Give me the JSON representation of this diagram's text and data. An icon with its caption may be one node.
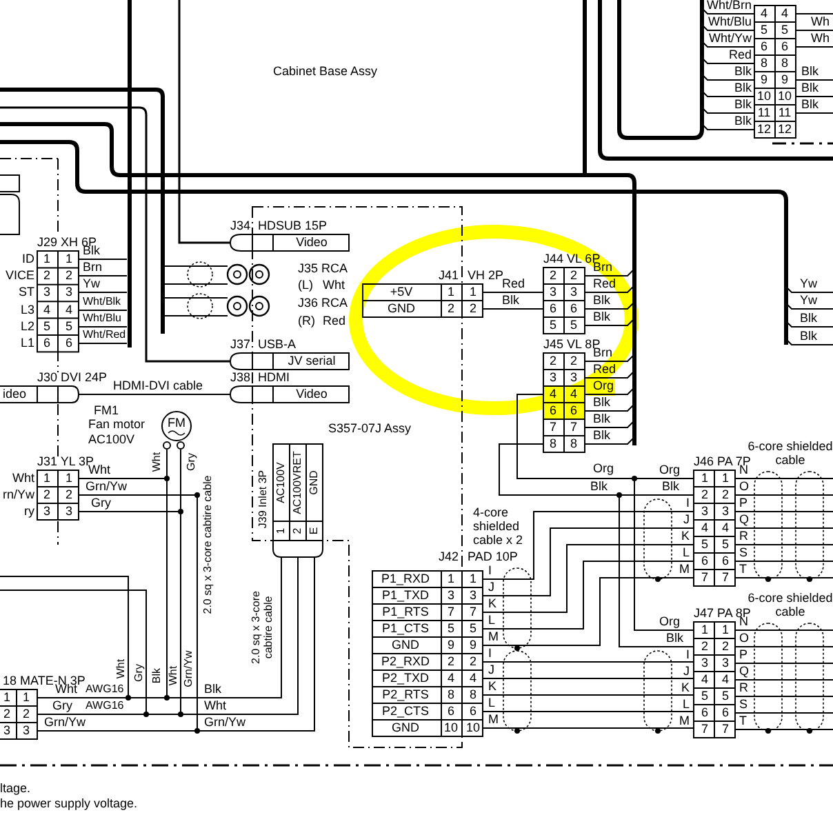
{
  "diagram": {
    "nodes": [
      {
        "text": [
          "FM"
        ]
      }
    ],
    "labels": [
      "Wht/Brn",
      "Wht/Blu",
      "Wht/Yw",
      "Red",
      "Blk",
      "Blk",
      "Blk",
      "Blk",
      "4",
      "4",
      "5",
      "5",
      "6",
      "6",
      "8",
      "8",
      "9",
      "9",
      "10",
      "10",
      "11",
      "11",
      "12",
      "12",
      "Wh",
      "Wh",
      "Blk",
      "Blk",
      "Blk",
      "Cabinet Base Assy",
      "J34",
      "HDSUB 15P",
      "J29 XH 6P",
      "Video",
      "ID",
      "VICE",
      "ST",
      "L3",
      "L2",
      "L1",
      "1",
      "1",
      "2",
      "2",
      "3",
      "3",
      "4",
      "4",
      "5",
      "5",
      "6",
      "6",
      "Blk",
      "Brn",
      "Yw",
      "Wht/Blk",
      "Wht/Blu",
      "Wht/Red",
      "J35 RCA",
      "(L)",
      "Wht",
      "J36 RCA",
      "(R)",
      "Red",
      "J41",
      "VH 2P",
      "+5V",
      "GND",
      "1",
      "1",
      "2",
      "2",
      "Red",
      "Blk",
      "J44 VL 6P",
      "2",
      "2",
      "3",
      "3",
      "6",
      "6",
      "5",
      "5",
      "Brn",
      "Red",
      "Blk",
      "Blk",
      "Yw",
      "Yw",
      "Blk",
      "Blk",
      "J37",
      "USB-A",
      "JV serial",
      "J45 VL 8P",
      "2",
      "2",
      "3",
      "3",
      "4",
      "4",
      "6",
      "6",
      "7",
      "7",
      "8",
      "8",
      "Brn",
      "Red",
      "Org",
      "Blk",
      "Blk",
      "Blk",
      "J30 DVI 24P",
      "ideo",
      "HDMI-DVI cable",
      "J38",
      "HDMI",
      "Video",
      "FM1",
      "Fan motor",
      "AC100V",
      "S357-07J Assy",
      "Wht",
      "Gry",
      "J31 YL 3P",
      "Wht",
      "rn/Yw",
      "ry",
      "1",
      "1",
      "2",
      "2",
      "3",
      "3",
      "Wht",
      "Grn/Yw",
      "Gry",
      "Org",
      "Blk",
      "Org",
      "Blk",
      "J46 PA 7P",
      "6-core shielded",
      "cable",
      "I",
      "J",
      "K",
      "L",
      "M",
      "1",
      "1",
      "2",
      "2",
      "3",
      "3",
      "4",
      "4",
      "5",
      "5",
      "6",
      "6",
      "7",
      "7",
      "N",
      "O",
      "P",
      "Q",
      "R",
      "S",
      "T",
      "4-core",
      "shielded",
      "cable x 2",
      "J39 Inlet 3P",
      "AC100V",
      "AC100VRET",
      "GND",
      "1",
      "2",
      "E",
      "2.0 sq x 3-core cabtire cable",
      "2.0 sq x 3-core",
      "cabtire cable",
      "J42",
      "PAD 10P",
      "P1_RXD",
      "P1_TXD",
      "P1_RTS",
      "P1_CTS",
      "GND",
      "P2_RXD",
      "P2_TXD",
      "P2_RTS",
      "P2_CTS",
      "GND",
      "1",
      "1",
      "3",
      "3",
      "7",
      "7",
      "5",
      "5",
      "9",
      "9",
      "2",
      "2",
      "4",
      "4",
      "8",
      "8",
      "6",
      "6",
      "10",
      "10",
      "I",
      "J",
      "K",
      "L",
      "M",
      "I",
      "J",
      "K",
      "L",
      "M",
      "Org",
      "Blk",
      "J47 PA 8P",
      "6-core shielded",
      "cable",
      "I",
      "J",
      "K",
      "L",
      "M",
      "1",
      "1",
      "2",
      "2",
      "3",
      "3",
      "4",
      "4",
      "5",
      "5",
      "6",
      "6",
      "7",
      "7",
      "N",
      "O",
      "P",
      "Q",
      "R",
      "S",
      "T",
      "Wht",
      "Gry",
      "Blk",
      "Wht",
      "Grn/Yw",
      "18 MATE-N 3P",
      "1",
      "1",
      "2",
      "2",
      "3",
      "3",
      "Wht",
      "AWG16",
      "Gry",
      "AWG16",
      "Grn/Yw",
      "Blk",
      "Wht",
      "Grn/Yw",
      "ltage.",
      "he power supply voltage."
    ]
  }
}
